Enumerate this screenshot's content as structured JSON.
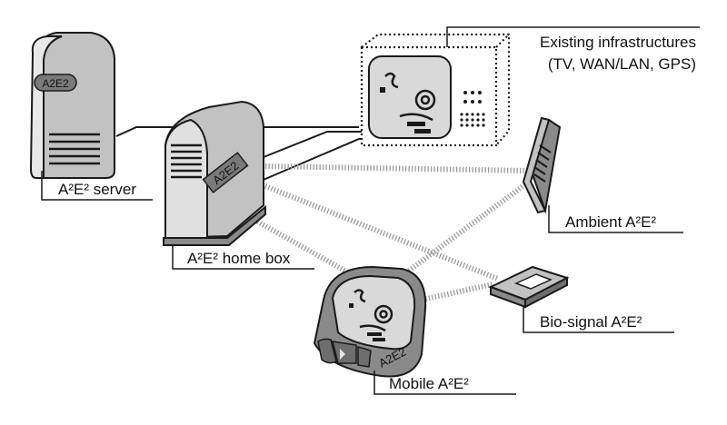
{
  "labels": {
    "server": "A²E² server",
    "home_box": "A²E² home box",
    "infrastructure_line1": "Existing infrastructures",
    "infrastructure_line2": "(TV, WAN/LAN, GPS)",
    "ambient": "Ambient A²E²",
    "bio_signal": "Bio-signal A²E²",
    "mobile": "Mobile A²E²"
  },
  "device_markings": {
    "server_badge": "A2E2",
    "home_box_badge": "A2E2",
    "mobile_badge": "A2E2"
  },
  "colors": {
    "outline": "#1a1a1a",
    "device_fill": "#b8b8b8",
    "device_dark": "#6e6e6e",
    "device_light": "#e6e6e6",
    "screen_fill": "#d9d9d9",
    "wireless_link": "#8a8a8a"
  },
  "icons": [
    "server-tower-icon",
    "home-box-icon",
    "tv-monitor-icon",
    "ambient-panel-icon",
    "bio-sensor-icon",
    "mobile-device-icon"
  ]
}
